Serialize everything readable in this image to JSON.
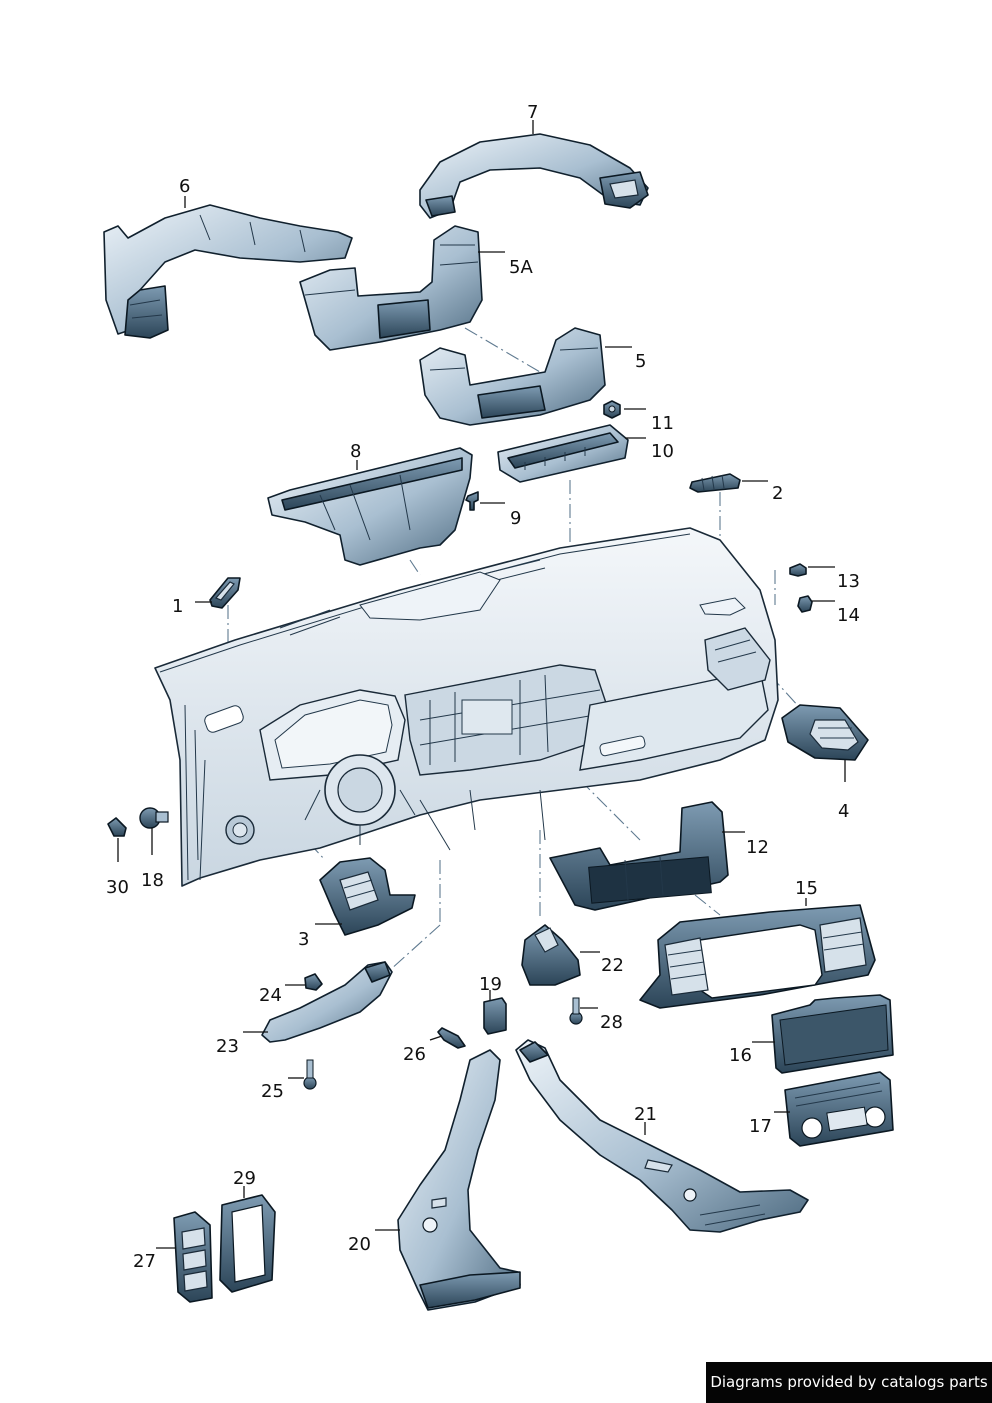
{
  "labels": [
    {
      "id": "1",
      "text": "1"
    },
    {
      "id": "2",
      "text": "2"
    },
    {
      "id": "3",
      "text": "3"
    },
    {
      "id": "4",
      "text": "4"
    },
    {
      "id": "5",
      "text": "5"
    },
    {
      "id": "5A",
      "text": "5A"
    },
    {
      "id": "6",
      "text": "6"
    },
    {
      "id": "7",
      "text": "7"
    },
    {
      "id": "8",
      "text": "8"
    },
    {
      "id": "9",
      "text": "9"
    },
    {
      "id": "10",
      "text": "10"
    },
    {
      "id": "11",
      "text": "11"
    },
    {
      "id": "12",
      "text": "12"
    },
    {
      "id": "13",
      "text": "13"
    },
    {
      "id": "14",
      "text": "14"
    },
    {
      "id": "15",
      "text": "15"
    },
    {
      "id": "16",
      "text": "16"
    },
    {
      "id": "17",
      "text": "17"
    },
    {
      "id": "18",
      "text": "18"
    },
    {
      "id": "19",
      "text": "19"
    },
    {
      "id": "20",
      "text": "20"
    },
    {
      "id": "21",
      "text": "21"
    },
    {
      "id": "22",
      "text": "22"
    },
    {
      "id": "23",
      "text": "23"
    },
    {
      "id": "24",
      "text": "24"
    },
    {
      "id": "25",
      "text": "25"
    },
    {
      "id": "26",
      "text": "26"
    },
    {
      "id": "27",
      "text": "27"
    },
    {
      "id": "28",
      "text": "28"
    },
    {
      "id": "29",
      "text": "29"
    },
    {
      "id": "30",
      "text": "30"
    }
  ],
  "credit": "Diagrams provided by catalogs parts",
  "colors": {
    "part_light": "#dde7f0",
    "part_mid": "#7f9db5",
    "part_dark": "#2f4a5e",
    "outline": "#10202d",
    "dash_line": "#5f7a90",
    "credit_bg": "#050505"
  }
}
